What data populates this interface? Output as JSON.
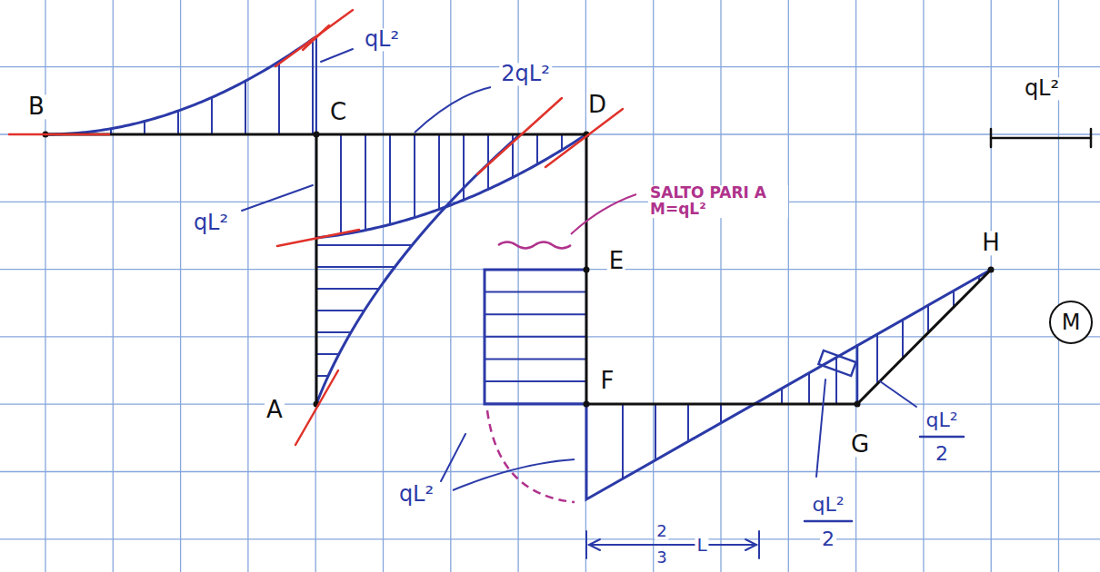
{
  "diagram": {
    "nodes": [
      {
        "text": [
          "M"
        ]
      }
    ],
    "labels": [
      "B",
      "C",
      "D",
      "E",
      "F",
      "A",
      "G",
      "H",
      "qL²",
      "2qL²",
      "qL²",
      "SALTO PARI A M=qL²",
      "qL²",
      "qL²",
      "qL²",
      "2",
      "qL²",
      "2",
      "2",
      "3",
      "L"
    ]
  }
}
